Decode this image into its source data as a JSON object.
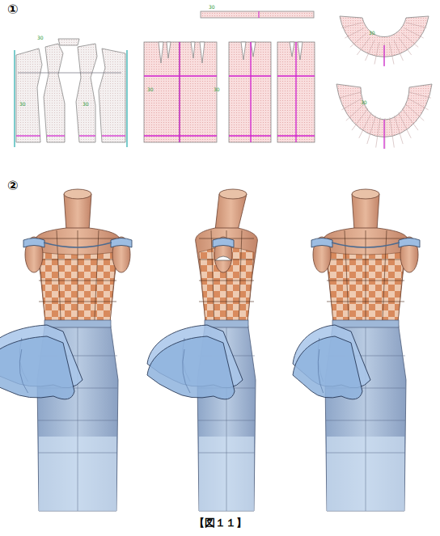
{
  "diagram": {
    "caption": "【図１１】",
    "labels": [
      "①",
      "②",
      "30",
      "30",
      "30",
      "30",
      "30",
      "30",
      "30",
      "30"
    ]
  }
}
